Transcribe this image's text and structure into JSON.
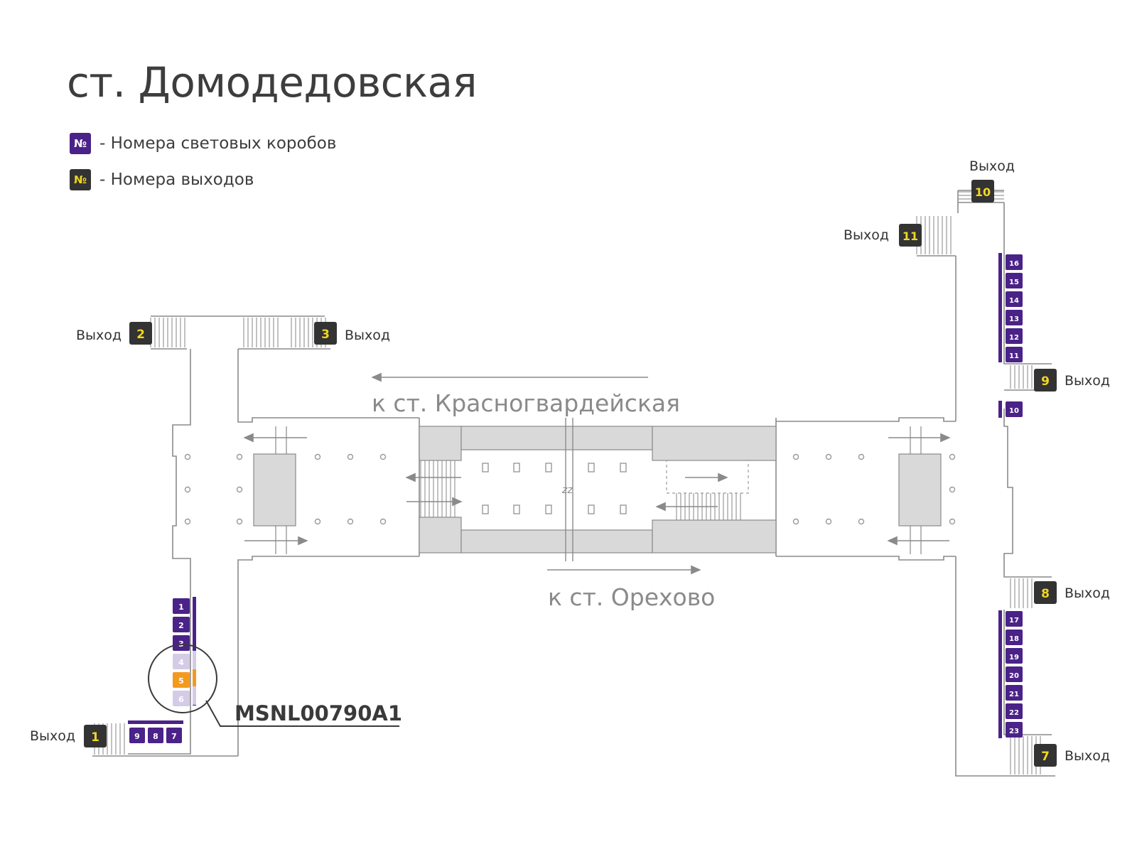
{
  "title": "ст. Домодедовская",
  "legend": [
    {
      "symbol": "№",
      "text": "- Номера световых коробов",
      "kind": "lightbox"
    },
    {
      "symbol": "№",
      "text": "- Номера выходов",
      "kind": "exit"
    }
  ],
  "colors": {
    "lightbox": "#4a2288",
    "lightbox_faded": "#d4cce6",
    "highlight": "#f39a1e",
    "exit_bg": "#333333",
    "exit_text": "#f2d623",
    "wall": "#8a8a8a",
    "block": "#d9d9d9",
    "arrow": "#8a8a8a"
  },
  "exit_word": "Выход",
  "exits": [
    "1",
    "2",
    "3",
    "7",
    "8",
    "9",
    "10",
    "11"
  ],
  "directions": {
    "north": "к ст. Красногвардейская",
    "south": "к ст. Орехово"
  },
  "lightboxes_left": [
    "1",
    "2",
    "3",
    "4",
    "5",
    "6"
  ],
  "lightboxes_bottom": [
    "9",
    "8",
    "7"
  ],
  "lightboxes_right_upper": [
    "16",
    "15",
    "14",
    "13",
    "12",
    "11",
    "10"
  ],
  "lightboxes_right_lower": [
    "17",
    "18",
    "19",
    "20",
    "21",
    "22",
    "23"
  ],
  "highlighted_box": "5",
  "faded_boxes": [
    "4",
    "6"
  ],
  "callout_code": "MSNL00790A1",
  "column_zone_marker": "zz"
}
